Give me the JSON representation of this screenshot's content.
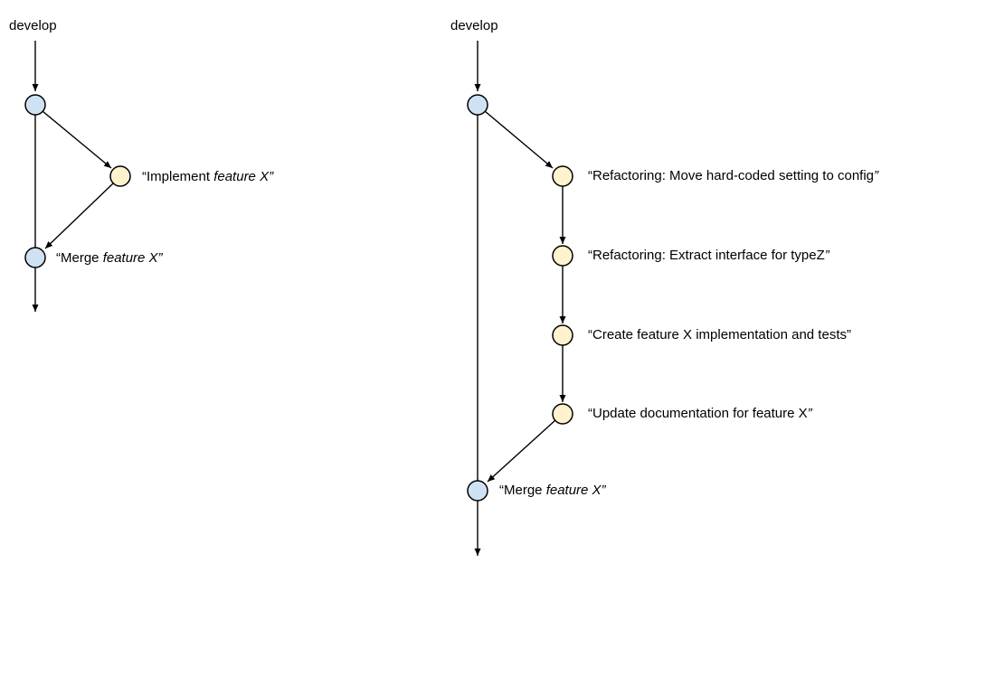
{
  "colors": {
    "background": "#ffffff",
    "develop_node_fill": "#cfe2f3",
    "feature_node_fill": "#fff2cc",
    "node_border": "#000000",
    "line": "#000000",
    "text": "#000000"
  },
  "left": {
    "branch_label": "develop",
    "implement": {
      "label_plain": "“Implement ",
      "label_italic": "feature X”"
    },
    "merge": {
      "label_plain": "“Merge ",
      "label_italic": "feature X”"
    }
  },
  "right": {
    "branch_label": "develop",
    "commits": [
      {
        "label_plain": "“Refactoring: Move hard-coded setting to config",
        "label_italic": "”"
      },
      {
        "label_plain": "“Refactoring: Extract interface for typeZ",
        "label_italic": "”"
      },
      {
        "label_plain": "“Create feature X implementation and tests”",
        "label_italic": ""
      },
      {
        "label_plain": "“Update documentation for feature X",
        "label_italic": "”"
      }
    ],
    "merge": {
      "label_plain": "“Merge ",
      "label_italic": "feature X”"
    }
  }
}
